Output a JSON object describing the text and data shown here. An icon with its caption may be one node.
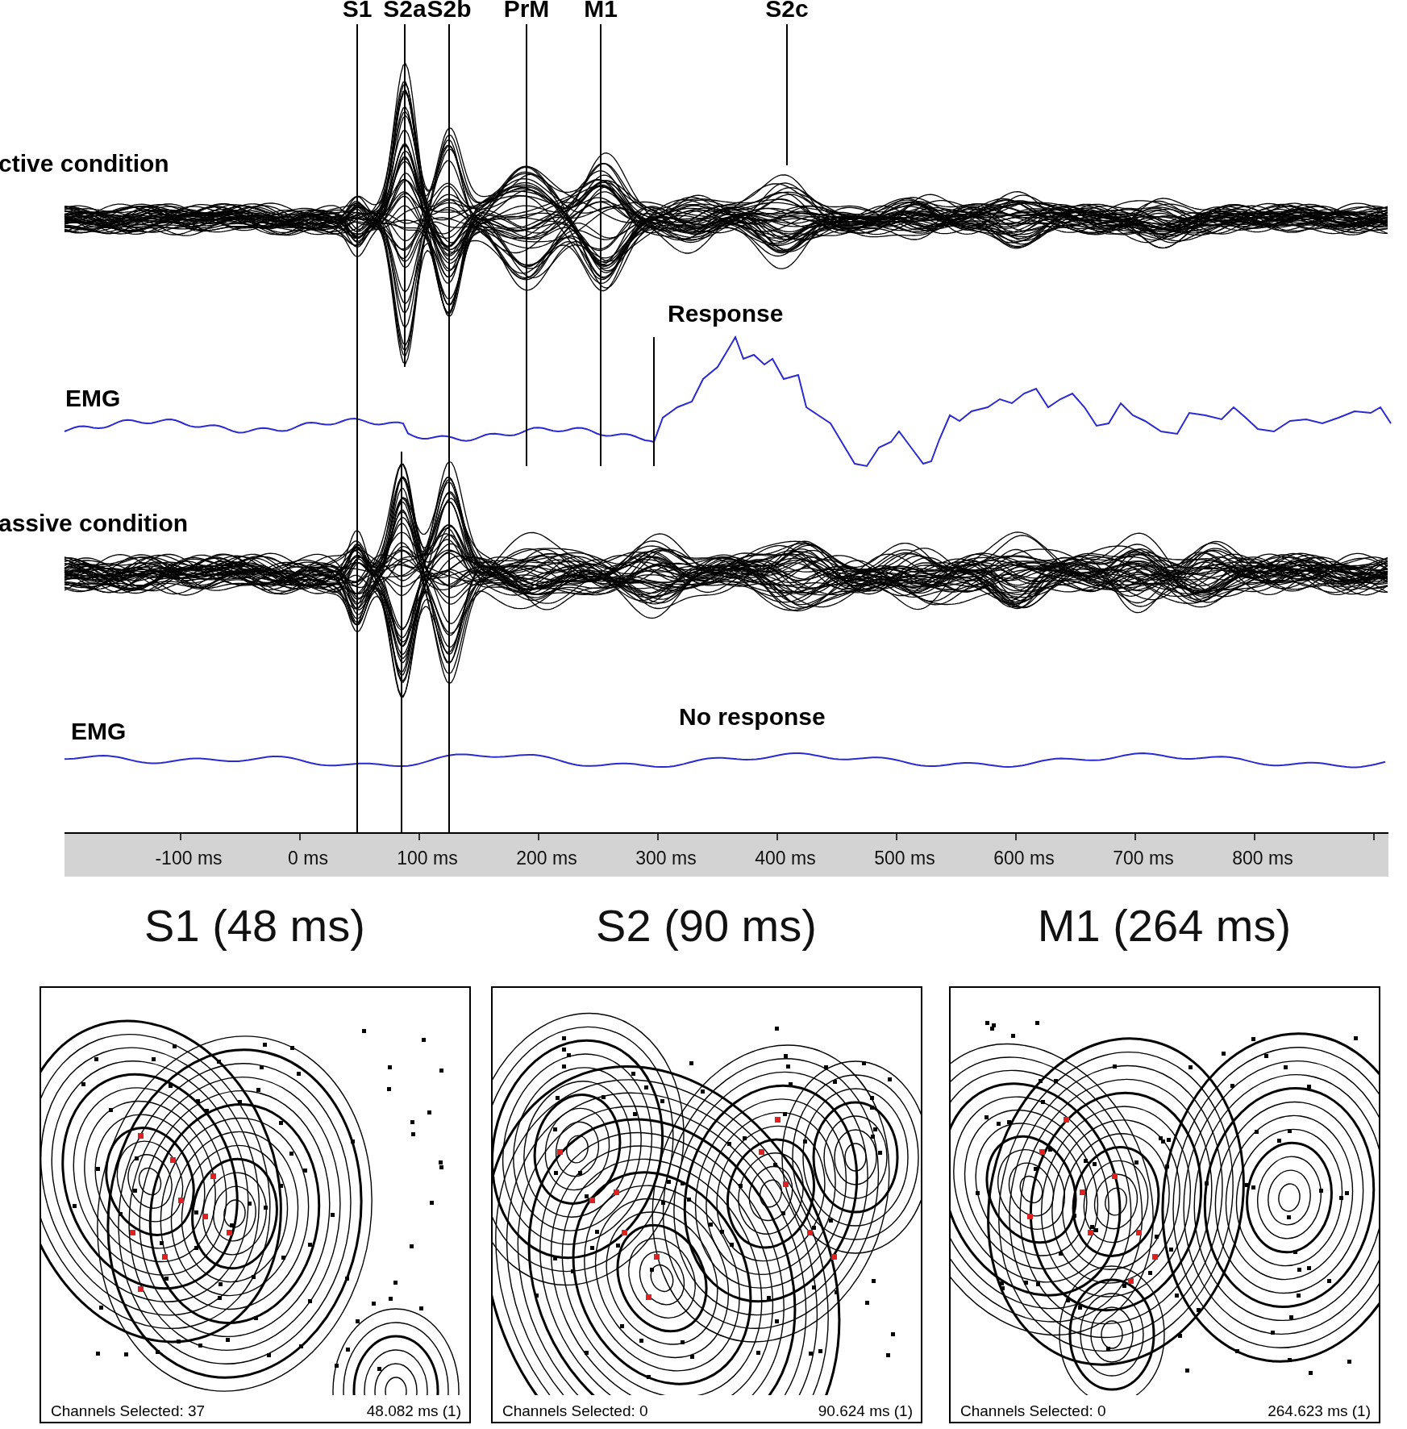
{
  "diagram": {
    "nodes": [
      {
        "text": [
          "S1 (48 ms)",
          "Channels Selected: 37",
          "48.082 ms (1)"
        ]
      },
      {
        "text": [
          "S2 (90 ms)",
          "Channels Selected: 0",
          "90.624 ms (1)"
        ]
      },
      {
        "text": [
          "M1 (264 ms)",
          "Channels Selected: 0",
          "264.623 ms (1)"
        ]
      }
    ],
    "labels": [
      "S1",
      "S2a",
      "S2b",
      "PrM",
      "M1",
      "S2c",
      "ctive condition",
      "Response",
      "EMG",
      "assive condition",
      "No response",
      "EMG",
      "-100 ms",
      "0 ms",
      "100 ms",
      "200 ms",
      "300 ms",
      "400 ms",
      "500 ms",
      "600 ms",
      "700 ms",
      "800 ms"
    ]
  }
}
